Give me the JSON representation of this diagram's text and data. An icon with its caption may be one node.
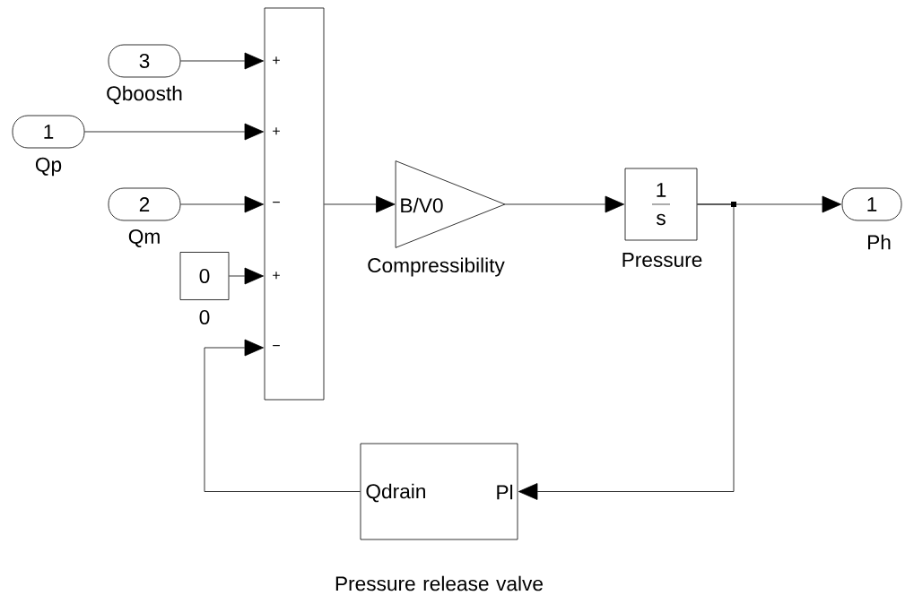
{
  "diagram": {
    "nodes": [
      {
        "text": [
          "3"
        ],
        "beside": [
          "Qboosth"
        ]
      },
      {
        "text": [
          "1"
        ],
        "beside": [
          "Qp"
        ]
      },
      {
        "text": [
          "2"
        ],
        "beside": [
          "Qm"
        ]
      },
      {
        "text": [
          "0"
        ],
        "beside": [
          "0"
        ]
      },
      {
        "text": [
          "+",
          "+",
          "−",
          "+",
          "−"
        ]
      },
      {
        "text": [
          "B/V0"
        ],
        "beside": [
          "Compressibility"
        ]
      },
      {
        "text": [
          "1",
          "s"
        ],
        "beside": [
          "Pressure"
        ]
      },
      {
        "text": [
          "1"
        ],
        "beside": [
          "Ph"
        ]
      },
      {
        "text": [
          "Qdrain",
          "Pl"
        ],
        "beside": [
          "Pressure release valve"
        ]
      }
    ],
    "edges": [
      {
        "from": 0,
        "to": 4,
        "arrow": "to"
      },
      {
        "from": 1,
        "to": 4,
        "arrow": "to"
      },
      {
        "from": 2,
        "to": 4,
        "arrow": "to"
      },
      {
        "from": 3,
        "to": 4,
        "arrow": "to"
      },
      {
        "from": 4,
        "to": 5,
        "arrow": "to"
      },
      {
        "from": 5,
        "to": 6,
        "arrow": "to"
      },
      {
        "from": 6,
        "to": 7,
        "arrow": "to"
      },
      {
        "from": 6,
        "to": 8,
        "arrow": "to"
      },
      {
        "from": 8,
        "to": 4,
        "arrow": "to"
      }
    ]
  }
}
